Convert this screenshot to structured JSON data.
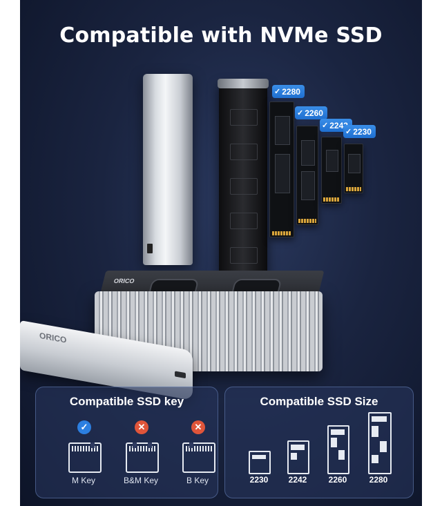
{
  "title": "Compatible with NVMe SSD",
  "ssd_badges": [
    "2280",
    "2260",
    "2242",
    "2230"
  ],
  "brand_logo": "ORICO",
  "keys_panel": {
    "title": "Compatible SSD key",
    "items": [
      {
        "label": "M Key",
        "status": "compatible"
      },
      {
        "label": "B&M Key",
        "status": "incompatible"
      },
      {
        "label": "B Key",
        "status": "incompatible"
      }
    ]
  },
  "sizes_panel": {
    "title": "Compatible SSD Size",
    "items": [
      "2230",
      "2242",
      "2260",
      "2280"
    ]
  },
  "colors": {
    "accent": "#2c7fe0",
    "error": "#e0553a",
    "background": "#1a2440"
  }
}
